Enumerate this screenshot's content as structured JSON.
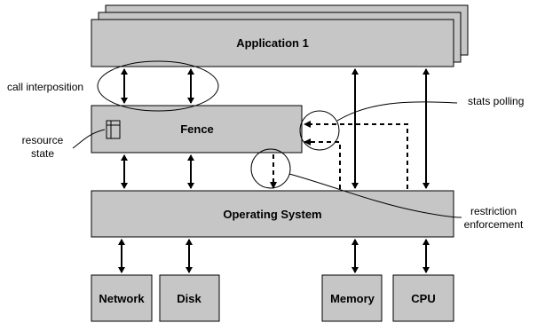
{
  "diagram": {
    "app_box": "Application 1",
    "fence_box": "Fence",
    "os_box": "Operating System",
    "resources": [
      "Network",
      "Disk",
      "Memory",
      "CPU"
    ],
    "annotations": {
      "call_interposition": "call interposition",
      "resource_state_line1": "resource",
      "resource_state_line2": "state",
      "stats_polling": "stats polling",
      "restriction_line1": "restriction",
      "restriction_line2": "enforcement"
    }
  }
}
